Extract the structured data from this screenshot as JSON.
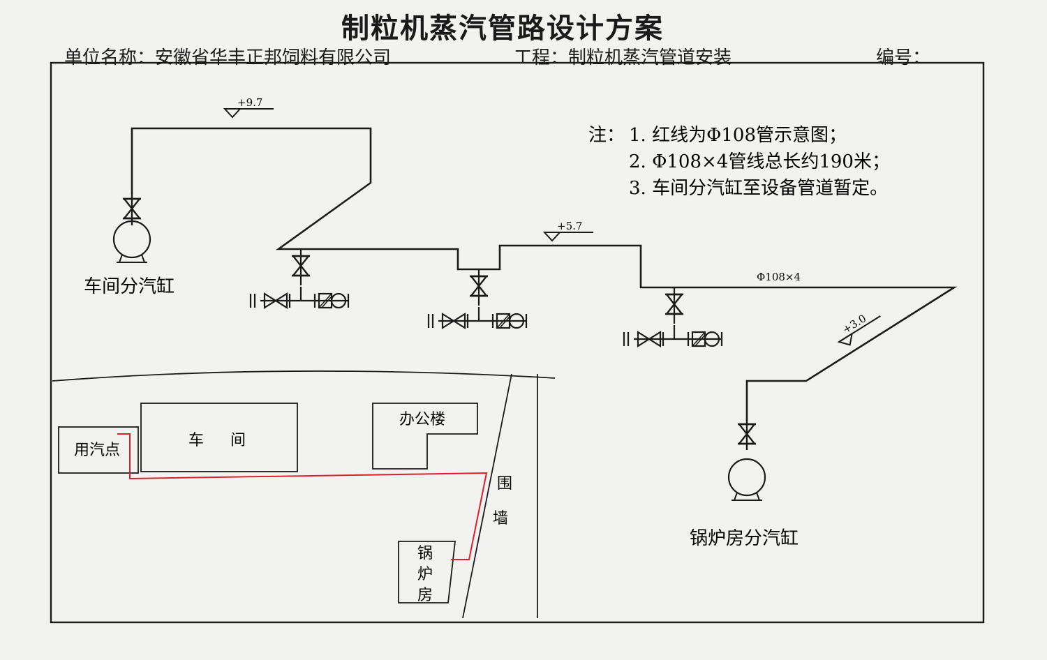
{
  "title": "制粒机蒸汽管路设计方案",
  "header": {
    "unit_label": "单位名称：",
    "unit_value": "安徽省华丰正邦饲料有限公司",
    "project_label": "工程：",
    "project_value": "制粒机蒸汽管道安装",
    "number_label": "编号："
  },
  "notes": {
    "prefix": "注：",
    "items": [
      "1. 红线为Φ108管示意图；",
      "2. Φ108×4管线总长约190米；",
      "3. 车间分汽缸至设备管道暂定。"
    ]
  },
  "elevations": {
    "top": "+9.7",
    "middle": "+5.7",
    "low": "+3.0"
  },
  "pipe_spec": "Φ108×4",
  "labels": {
    "workshop_header": "车间分汽缸",
    "boiler_header": "锅炉房分汽缸",
    "use_point": "用汽点",
    "workshop_char1": "车",
    "workshop_char2": "间",
    "office": "办公楼",
    "wall_char1": "围",
    "wall_char2": "墙",
    "boiler_char1": "锅",
    "boiler_char2": "炉",
    "boiler_char3": "房"
  },
  "colors": {
    "pipe": "#1a1a1a",
    "red_line": "#d8232a"
  }
}
